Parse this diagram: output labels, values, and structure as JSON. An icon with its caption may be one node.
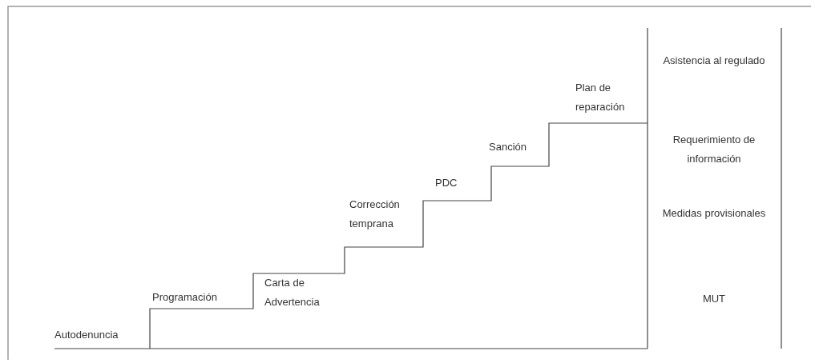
{
  "diagram": {
    "labels": [
      "Autodenuncia",
      "Programación",
      "Carta de Advertencia",
      "Corrección temprana",
      "PDC",
      "Sanción",
      "Plan de reparación",
      "Asistencia al regulado",
      "Requerimiento de información",
      "Medidas provisionales",
      "MUT"
    ]
  }
}
